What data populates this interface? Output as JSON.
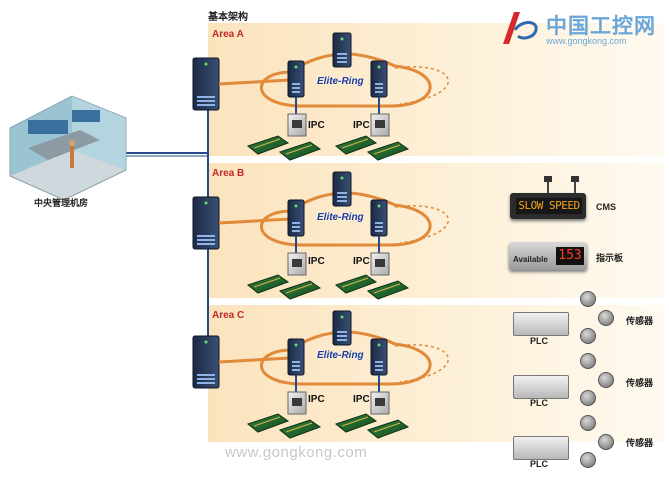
{
  "diagram": {
    "title": "基本架构",
    "areas": [
      {
        "label": "Area A",
        "ring": "Elite-Ring",
        "pc_labels": [
          "IPC",
          "IPC"
        ]
      },
      {
        "label": "Area B",
        "ring": "Elite-Ring",
        "pc_labels": [
          "IPC",
          "IPC"
        ]
      },
      {
        "label": "Area C",
        "ring": "Elite-Ring",
        "pc_labels": [
          "IPC",
          "IPC"
        ]
      }
    ],
    "control_room": "中央管理机房",
    "devices": {
      "cms_label": "CMS",
      "cms_sign_text": "SLOW SPEED",
      "indicator_label": "指示板",
      "available_text": "Available",
      "available_number": "153",
      "plc_label": "PLC",
      "sensor_label": "传感器"
    }
  },
  "branding": {
    "logo_cn": "中国工控网",
    "logo_url": "www.gongkong.com",
    "footer_url": "www.gongkong.com"
  }
}
